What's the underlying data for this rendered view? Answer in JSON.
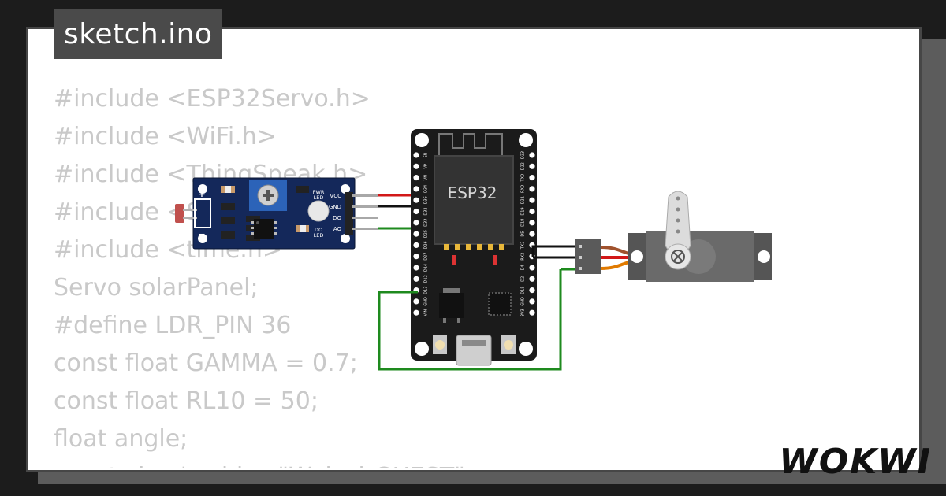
{
  "title": "sketch.ino",
  "code_lines": [
    "#include <ESP32Servo.h>",
    "#include <WiFi.h>",
    "#include <ThingSpeak.h>",
    "#include <SPI.h>",
    "#include <time.h>",
    "Servo solarPanel;",
    "#define LDR_PIN 36",
    "const float GAMMA = 0.7;",
    "const float RL10 = 50;",
    "float angle;",
    "const char* ssid = \"Wokwi-GUEST\";"
  ],
  "ldr_module": {
    "pins": [
      "VCC",
      "GND",
      "DO",
      "AO"
    ],
    "pwr_led": "PWR\nLED",
    "do_led": "DO\nLED",
    "plus": "+",
    "minus": "−"
  },
  "esp32": {
    "label": "ESP32",
    "left_pins": [
      "EN",
      "VP",
      "VN",
      "D34",
      "D35",
      "D32",
      "D33",
      "D25",
      "D26",
      "D27",
      "D14",
      "D12",
      "D13",
      "GND",
      "VIN"
    ],
    "right_pins": [
      "D23",
      "D22",
      "TX0",
      "RX0",
      "D21",
      "D19",
      "D18",
      "D5",
      "TX2",
      "RX2",
      "D4",
      "D2",
      "D15",
      "GND",
      "3V3"
    ]
  },
  "brand": "WOKWI",
  "colors": {
    "wire_red": "#d21818",
    "wire_black": "#111111",
    "wire_green": "#1e8a1e",
    "wire_orange": "#e07a00",
    "wire_brown": "#a0522d",
    "board": "#1b1b1b",
    "module": "#14285a"
  }
}
